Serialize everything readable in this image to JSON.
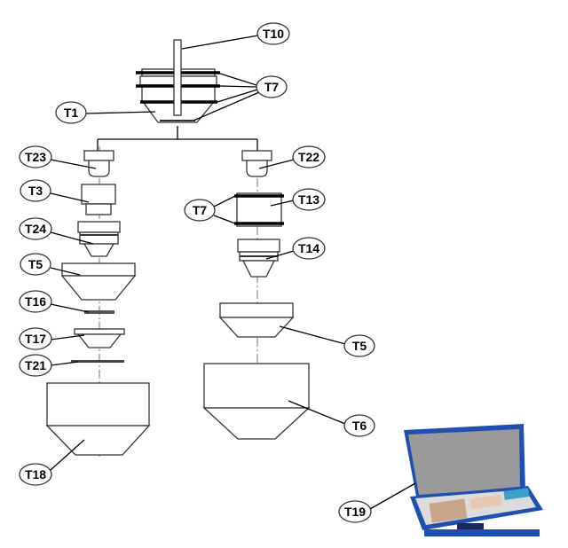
{
  "title": "Exploded parts diagram",
  "labels": {
    "t10": "T10",
    "t7_top": "T7",
    "t1": "T1",
    "t23": "T23",
    "t22": "T22",
    "t3": "T3",
    "t7_mid": "T7",
    "t13": "T13",
    "t24": "T24",
    "t14": "T14",
    "t5_left": "T5",
    "t16": "T16",
    "t17": "T17",
    "t21": "T21",
    "t5_right": "T5",
    "t6": "T6",
    "t18": "T18",
    "t19": "T19"
  },
  "colors": {
    "case_blue": "#1f4fb0",
    "foam_gray": "#9a9a9a",
    "line": "#333333"
  }
}
